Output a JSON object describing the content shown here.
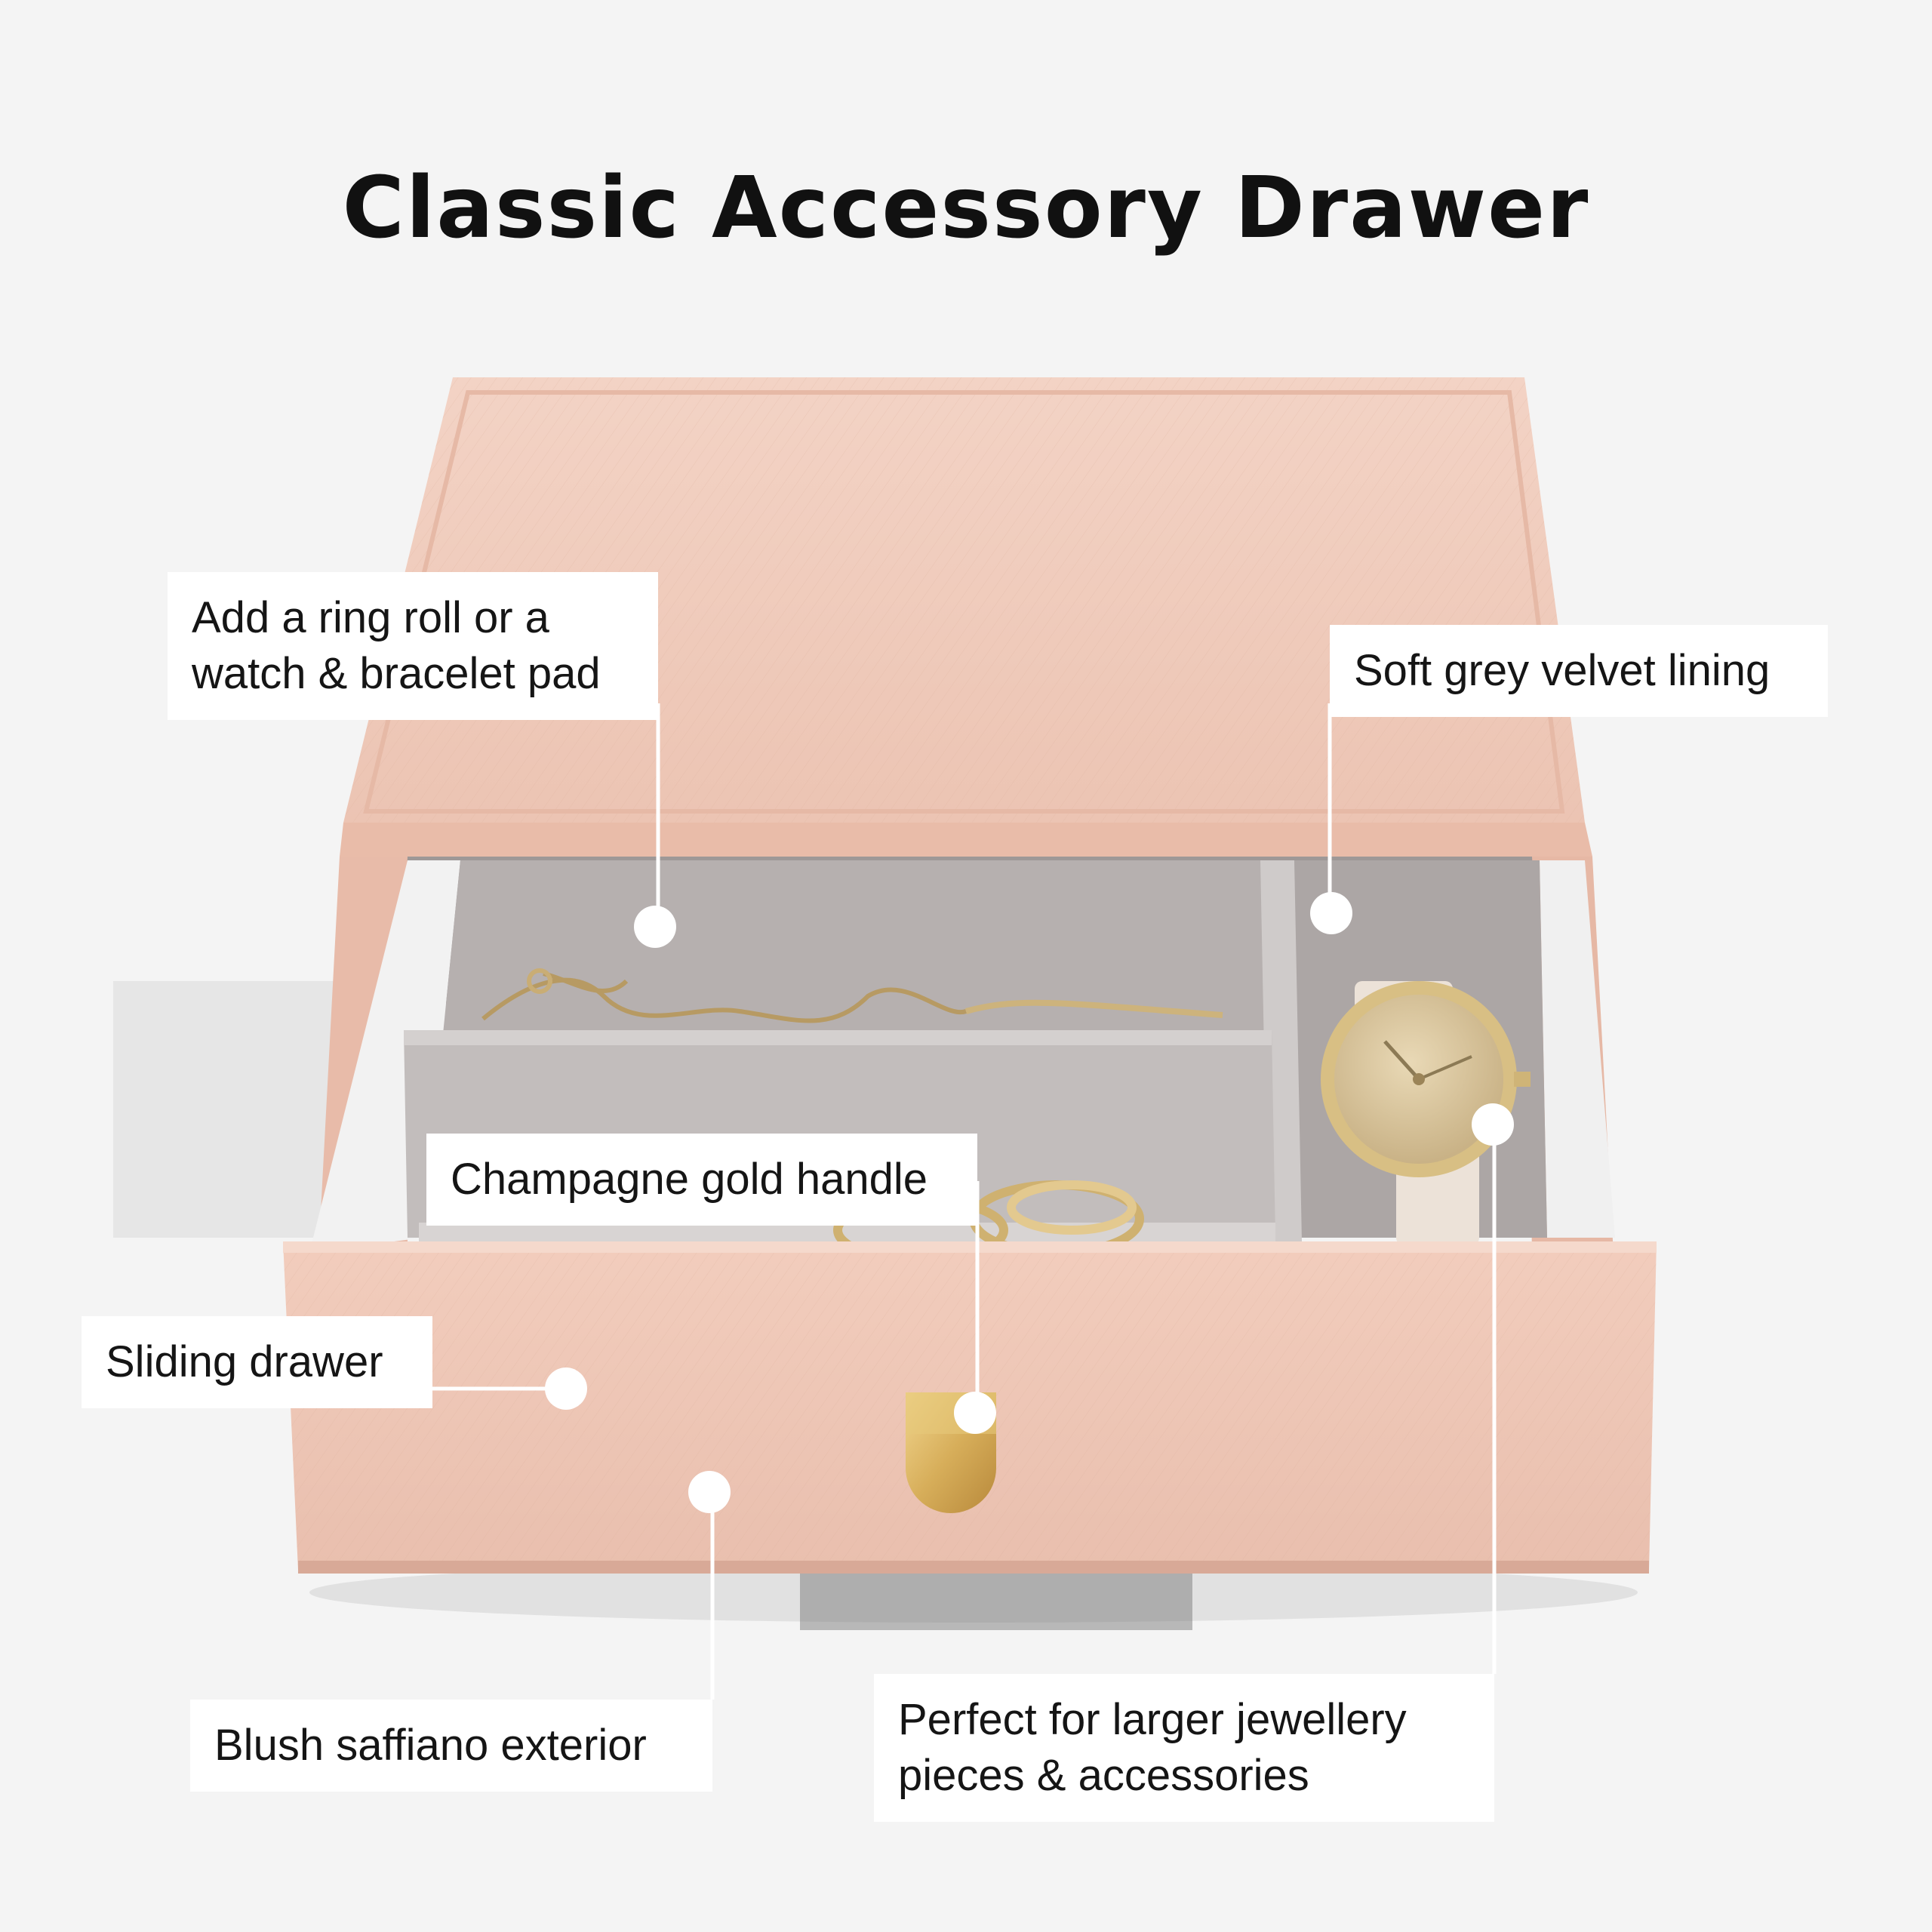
{
  "title": "Classic Accessory Drawer",
  "colors": {
    "background": "#f4f4f4",
    "blush_exterior": "#eec7b7",
    "grey_velvet": "#b9b3b2",
    "champagne_gold": "#d9b464",
    "callout_white": "#ffffff",
    "text": "#151515"
  },
  "callouts": {
    "ring_roll": "Add a ring roll or a\nwatch & bracelet pad",
    "velvet_lining": "Soft grey velvet lining",
    "handle": "Champagne gold handle",
    "sliding_drawer": "Sliding drawer",
    "exterior": "Blush saffiano exterior",
    "larger_pieces": "Perfect for larger jewellery\npieces & accessories"
  }
}
